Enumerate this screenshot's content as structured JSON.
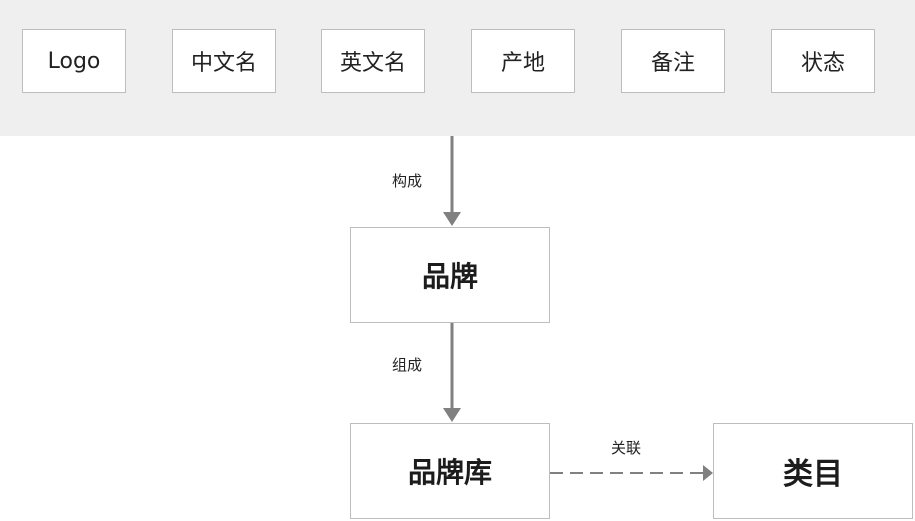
{
  "attributes": {
    "items": [
      {
        "label": "Logo"
      },
      {
        "label": "中文名"
      },
      {
        "label": "英文名"
      },
      {
        "label": "产地"
      },
      {
        "label": "备注"
      },
      {
        "label": "状态"
      }
    ]
  },
  "nodes": {
    "brand": "品牌",
    "brand_library": "品牌库",
    "category": "类目"
  },
  "edges": {
    "compose": "构成",
    "assemble": "组成",
    "associate": "关联"
  },
  "colors": {
    "band_background": "#eeefee",
    "box_border": "#bdbdbd",
    "arrow": "#808080",
    "text": "#222222"
  }
}
